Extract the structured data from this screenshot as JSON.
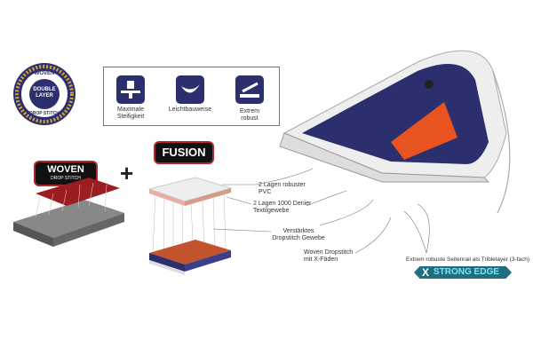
{
  "badge": {
    "top": "WOVEN",
    "middle_line1": "DOUBLE",
    "middle_line2": "LAYER",
    "bottom": "DROP STITCH"
  },
  "features": [
    {
      "icon": "weight-icon",
      "label_line1": "Maximale",
      "label_line2": "Steifigkeit"
    },
    {
      "icon": "feather-icon",
      "label_line1": "Leichtbauweise",
      "label_line2": ""
    },
    {
      "icon": "hammer-icon",
      "label_line1": "Extrem",
      "label_line2": "robust"
    }
  ],
  "woven_logo": {
    "title": "WOVEN",
    "subtitle": "DROP STITCH"
  },
  "plus": "+",
  "fusion_label": "FUSION",
  "callouts": {
    "pvc_1": "2 Lagen robuster",
    "pvc_2": "PVC",
    "denier_1": "2 Lagen 1000 Denier",
    "denier_2": "Textilgewebe",
    "reinforced_1": "Verstärktes",
    "reinforced_2": "Dropstitch Gewebe",
    "woven_1": "Woven Dropstitch",
    "woven_2": "mit X-Fäden",
    "rail": "Extrem robuste Seitenrail als Triblelayer (3-fach)"
  },
  "strong_edge": {
    "x": "X",
    "text": "STRONG EDGE"
  },
  "colors": {
    "navy": "#2b2f6e",
    "orange": "#e8531f",
    "red": "#b0282c",
    "teal": "#1f6f80"
  }
}
